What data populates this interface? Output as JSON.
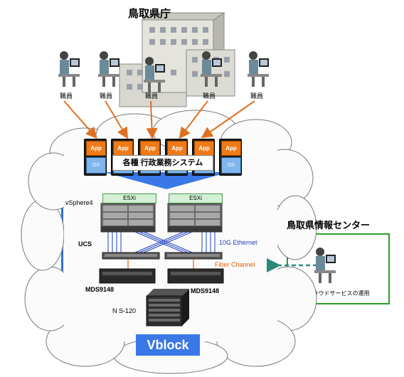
{
  "header": {
    "title": "鳥取県庁"
  },
  "staff": {
    "label": "職員"
  },
  "vm": {
    "app_label": "App",
    "os_label": "OS"
  },
  "system_label": "各種 行政業務システム",
  "infra": {
    "esxi_label": "ESXi",
    "vsphere_label": "vSphere4",
    "ucs_label": "UCS",
    "ethernet_label": "10G Ethernet",
    "fiber_label": "Fiber Channel",
    "mds_left": "MDS9148",
    "mds_right": "MDS9148",
    "ns_label": "N S-120",
    "vblock_label": "Vblock"
  },
  "center": {
    "title": "鳥取県情報センター",
    "operation_label": "クラウドサービスの運用"
  },
  "colors": {
    "vblock_blue": "#3b78e7",
    "arrow_orange": "#e07020",
    "center_green": "#28a028",
    "ethernet_blue": "#2040c0",
    "fiber_orange": "#e06010"
  }
}
